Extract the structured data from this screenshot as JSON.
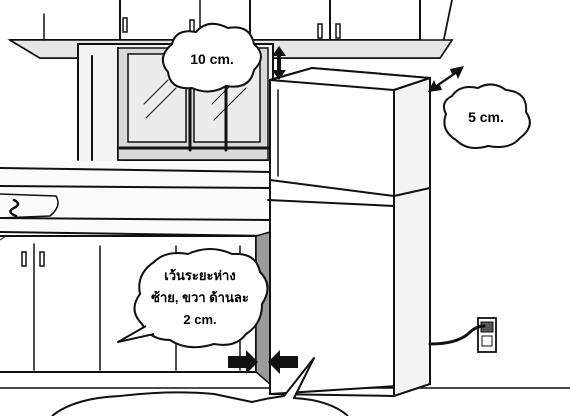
{
  "labels": {
    "top_clearance": "10 cm.",
    "back_clearance": "5 cm.",
    "side_clearance_line1": "เว้นระยะห่าง",
    "side_clearance_line2": "ซ้าย, ขวา ด้านละ",
    "side_clearance_line3": "2 cm.",
    "bottom_bubble": ""
  }
}
